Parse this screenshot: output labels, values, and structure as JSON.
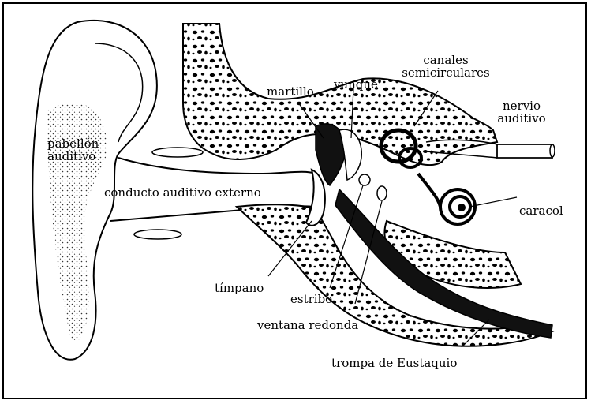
{
  "labels": {
    "martillo": "martillo",
    "yunque": "yunque",
    "canales_line1": "canales",
    "canales_line2": "semicirculares",
    "nervio_line1": "nervio",
    "nervio_line2": "auditivo",
    "pabellon_line1": "pabellón",
    "pabellon_line2": "auditivo",
    "conducto": "conducto auditivo externo",
    "caracol": "caracol",
    "timpano": "tímpano",
    "estribo": "estribo",
    "ventana": "ventana redonda",
    "trompa": "trompa de Eustaquio"
  },
  "colors": {
    "ink": "#000000",
    "paper": "#ffffff",
    "bone_fill": "#ffffff",
    "dark_fill": "#111111"
  }
}
